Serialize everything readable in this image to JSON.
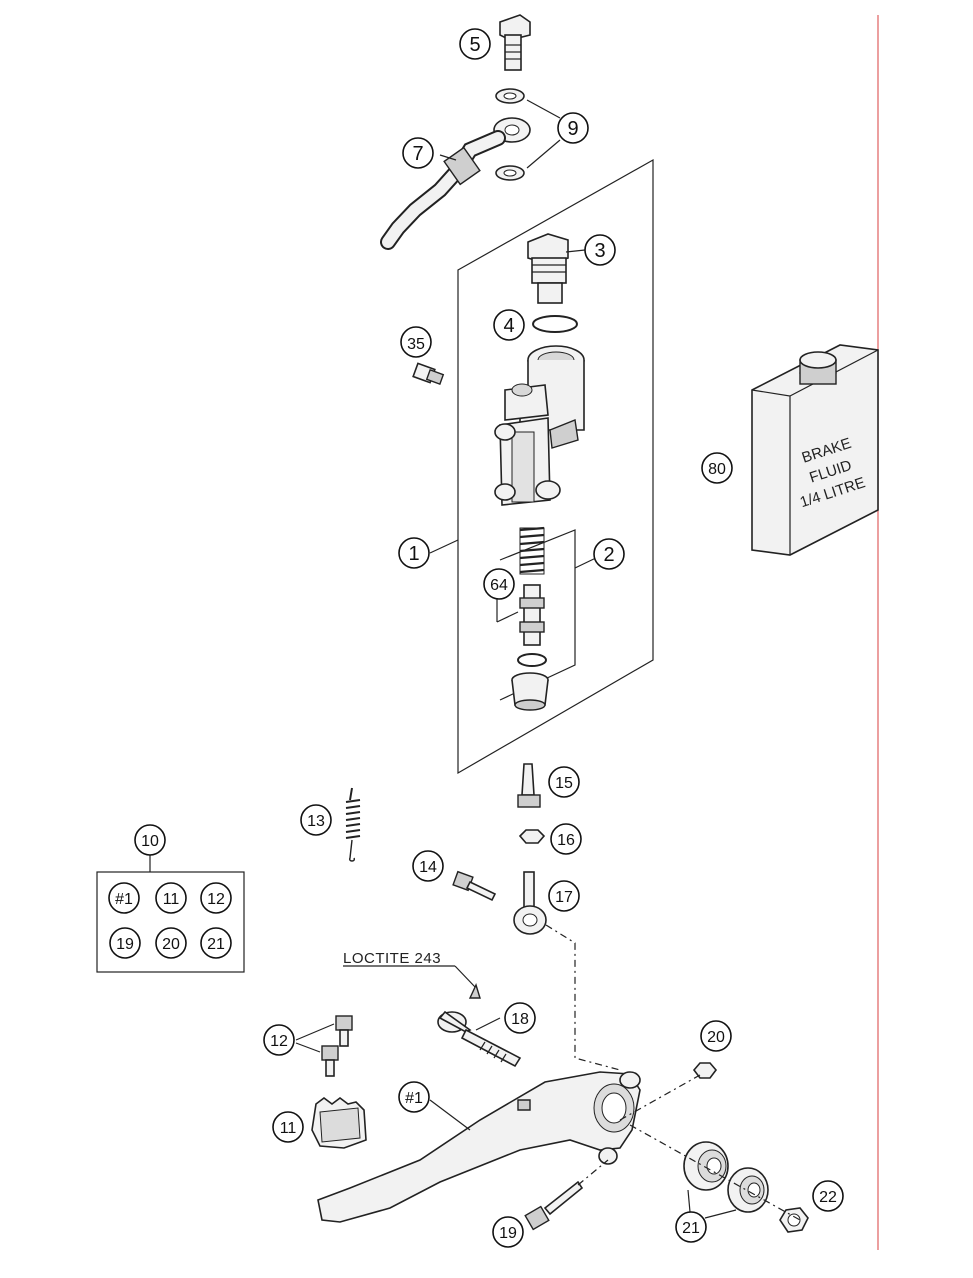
{
  "callouts": {
    "c5": "5",
    "c9": "9",
    "c7": "7",
    "c3": "3",
    "c4": "4",
    "c35": "35",
    "c80": "80",
    "c1": "1",
    "c2": "2",
    "c64": "64",
    "c15": "15",
    "c13": "13",
    "c16": "16",
    "c10": "10",
    "c14": "14",
    "c17": "17",
    "c18": "18",
    "c12": "12",
    "c20": "20",
    "c1h": "#1",
    "c11": "11",
    "c21": "21",
    "c22": "22",
    "c19": "19"
  },
  "kit_box": {
    "row1": [
      "#1",
      "11",
      "12"
    ],
    "row2": [
      "19",
      "20",
      "21"
    ]
  },
  "brake_fluid": {
    "line1": "BRAKE",
    "line2": "FLUID",
    "line3": "1/4 LITRE"
  },
  "note": {
    "loctite": "LOCTITE 243"
  },
  "colors": {
    "margin_line": "#e06060"
  }
}
